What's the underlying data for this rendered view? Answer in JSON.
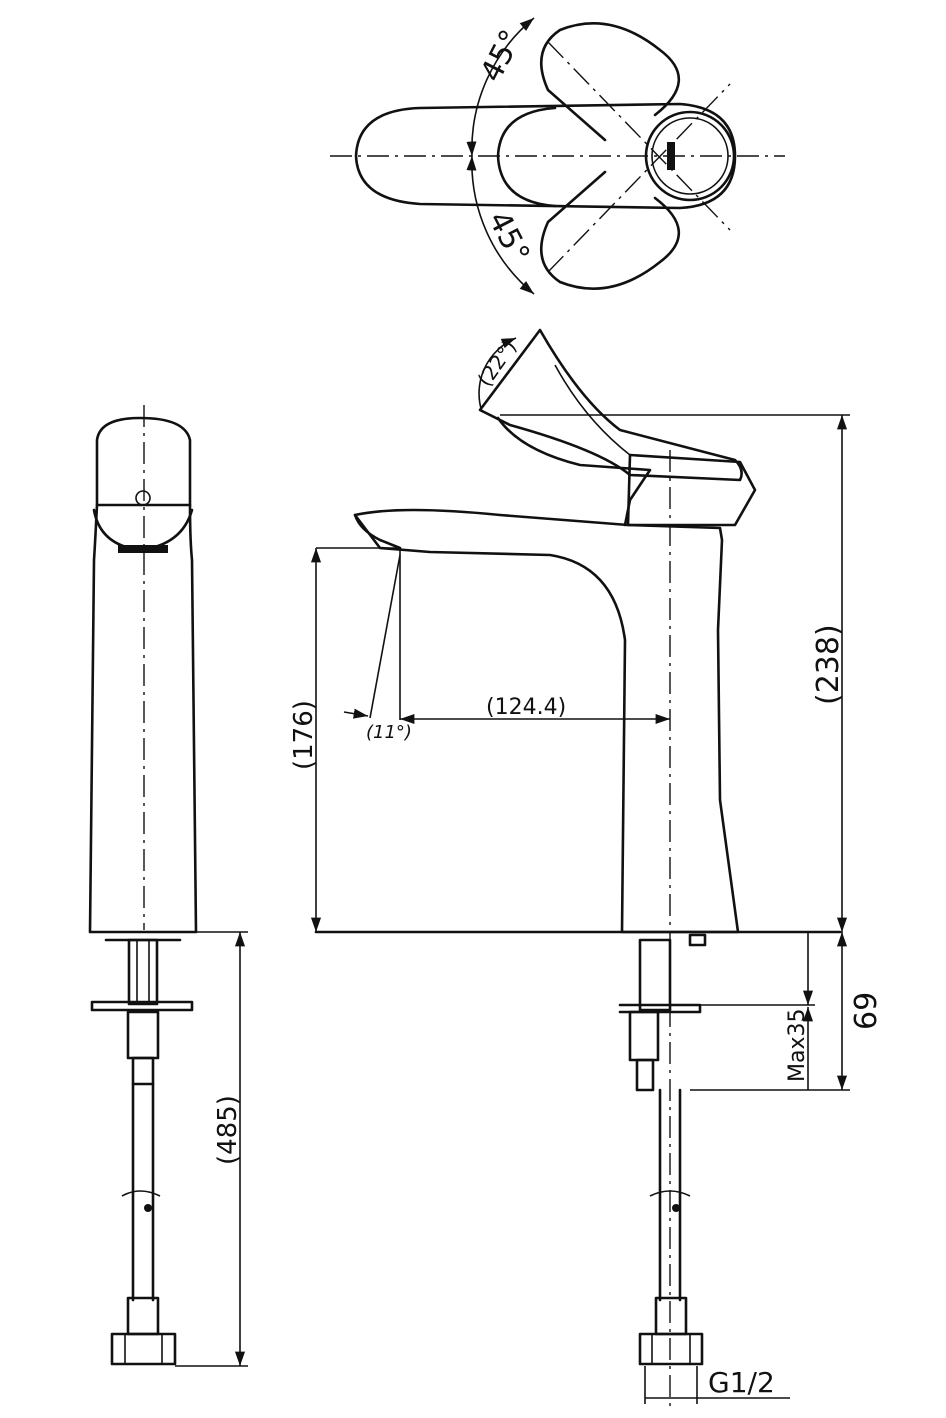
{
  "dimensions": {
    "rotation_up": "45°",
    "rotation_down": "45°",
    "handle_tilt": "(22°)",
    "spout_angle": "(11°)",
    "spout_reach": "(124.4)",
    "spout_height": "(176)",
    "total_height": "(238)",
    "deck_depth": "69",
    "max_counter": "Max35",
    "hose_length": "(485)",
    "thread": "G1/2"
  },
  "colors": {
    "line": "#111111",
    "background": "#ffffff"
  }
}
